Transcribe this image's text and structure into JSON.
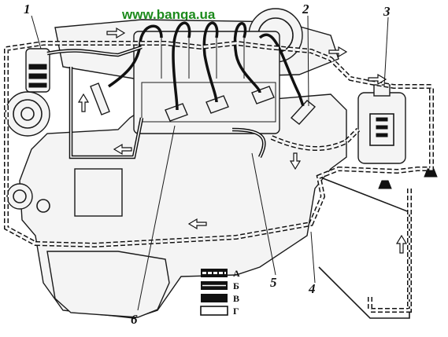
{
  "watermark": "www.banga.ua",
  "callouts": [
    {
      "id": "1",
      "label": "1"
    },
    {
      "id": "2",
      "label": "2"
    },
    {
      "id": "3",
      "label": "3"
    },
    {
      "id": "4",
      "label": "4"
    },
    {
      "id": "5",
      "label": "5"
    },
    {
      "id": "6",
      "label": "6"
    }
  ],
  "legend": [
    {
      "letter": "А",
      "pattern": "dashed-white"
    },
    {
      "letter": "Б",
      "pattern": "black-with-white-core"
    },
    {
      "letter": "В",
      "pattern": "solid-black"
    },
    {
      "letter": "Г",
      "pattern": "white-outline"
    }
  ],
  "colors": {
    "watermark": "#1c8a1c",
    "ink": "#1a1a1a",
    "paper": "#ffffff"
  }
}
